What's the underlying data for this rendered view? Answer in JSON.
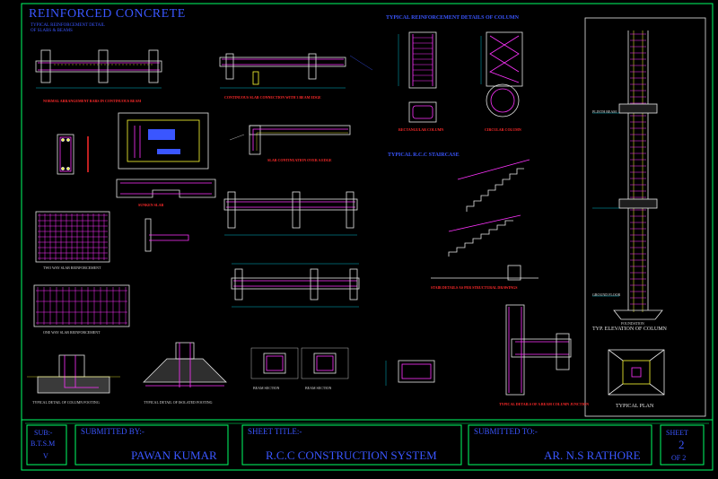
{
  "title": {
    "main": "REINFORCED CONCRETE",
    "sub_line1": "TYPICAL REINFORCEMENT DETAIL",
    "sub_line2": "OF SLABS & BEAMS"
  },
  "detail_labels": {
    "column_heading": "TYPICAL REINFORCEMENT DETAILS OF COLUMN",
    "stair_heading": "TYPICAL R.C.C STAIRCASE",
    "cont_beam": "NORMAL ARRANGEMENT BARS IN CONTINUOUS BEAM",
    "slab_beam": "CONTINUOUS SLAB CONNECTION WITH 3 BEAM EDGE",
    "slab_cantilever": "SLAB CONTINUATION OVER A EDGE",
    "square_section": "RECTANGULAR COLUMN",
    "circular_section": "CIRCULAR COLUMN",
    "sunken_slab": "SUNKEN SLAB",
    "two_way_slab": "TWO WAY SLAB REINFORCEMENT",
    "one_way_slab": "ONE WAY SLAB REINFORCEMENT",
    "stair_note": "STAIR DETAILS AS PER STRUCTURAL DRAWINGS",
    "beam_column_junction": "TYPICAL DETAILS OF A BEAM COLUMN JUNCTION",
    "column_elevation": "TYP. ELEVATION OF COLUMN",
    "typical_plan": "TYPICAL PLAN",
    "foundation_left": "TYPICAL DETAIL OF COLUMN FOOTING",
    "foundation_right": "TYPICAL DETAIL OF ISOLATED FOOTING",
    "stirrup_a": "BEAM SECTION",
    "stirrup_b": "BEAM SECTION",
    "plinth": "PLINTH BEAM",
    "foundation": "FOUNDATION",
    "ground_floor": "GROUND FLOOR"
  },
  "title_block": {
    "sub_label": "SUB:-",
    "sub_value": "B.T.S.M",
    "sub_code": "V",
    "submitted_by_label": "SUBMITTED BY:-",
    "submitted_by_value": "PAWAN KUMAR",
    "sheet_title_label": "SHEET TITLE:-",
    "sheet_title_value": "R.C.C CONSTRUCTION SYSTEM",
    "submitted_to_label": "SUBMITTED TO:-",
    "submitted_to_value": "AR. N.S RATHORE",
    "sheet_label": "SHEET",
    "sheet_number": "2",
    "sheet_of": "OF 2"
  },
  "colors": {
    "background": "#000000",
    "border": "#00ff66",
    "text_blue": "#3a56ff",
    "line_white": "#e6e6e6",
    "rebar_magenta": "#ff33ff",
    "label_red": "#ff2a2a",
    "accent_yellow": "#ffff33",
    "accent_cyan": "#00e5ff"
  }
}
